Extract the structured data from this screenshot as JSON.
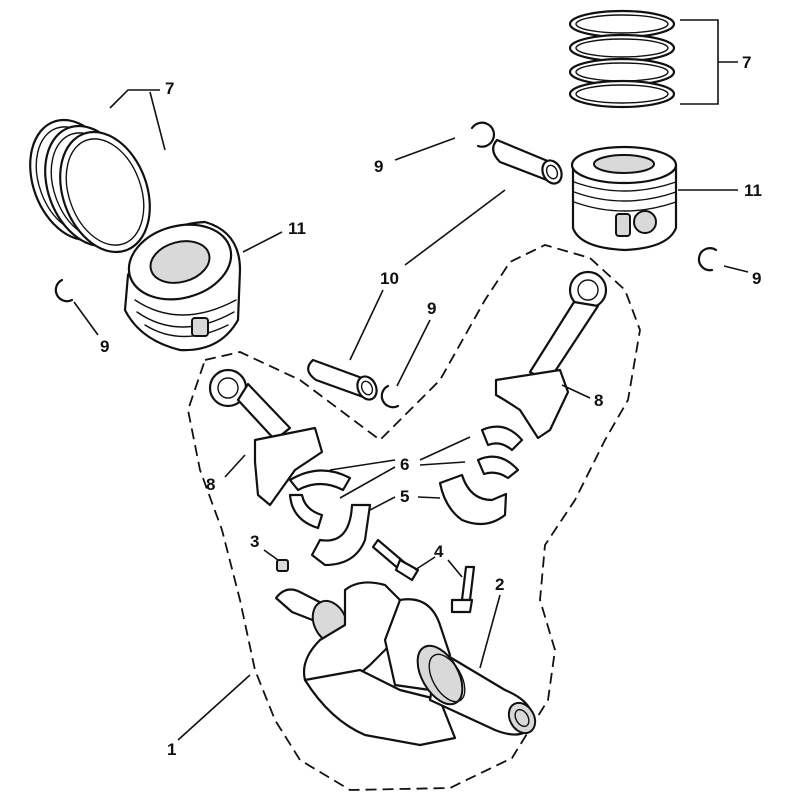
{
  "callouts": {
    "c1": "1",
    "c2": "2",
    "c3": "3",
    "c4": "4",
    "c5": "5",
    "c6": "6",
    "c7_left": "7",
    "c7_right": "7",
    "c8_left": "8",
    "c8_right": "8",
    "c9_top": "9",
    "c9_right": "9",
    "c9_left": "9",
    "c9_mid": "9",
    "c10": "10",
    "c11_left": "11",
    "c11_right": "11"
  }
}
